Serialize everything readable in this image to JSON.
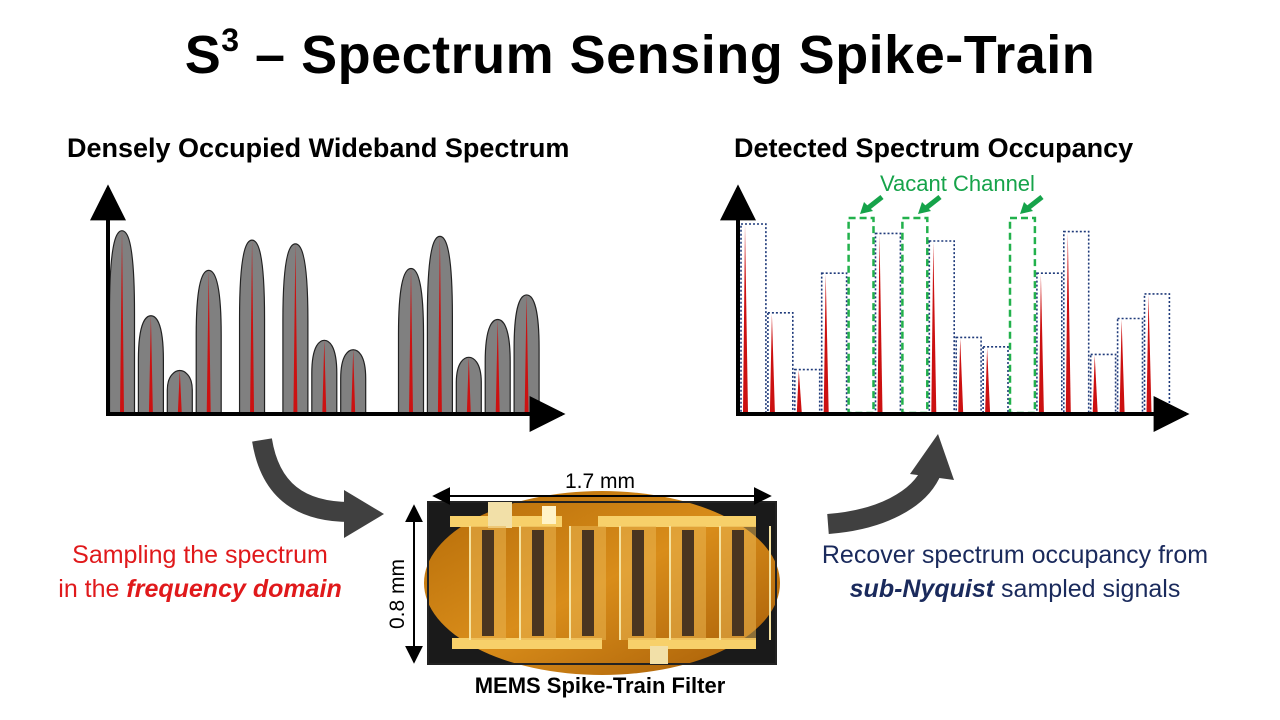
{
  "title": {
    "main": "S",
    "sup": "3",
    "rest": " – Spectrum Sensing Spike-Train"
  },
  "left_panel": {
    "heading": "Densely Occupied Wideband Spectrum"
  },
  "right_panel": {
    "heading": "Detected Spectrum Occupancy",
    "annotation": "Vacant Channel"
  },
  "mems": {
    "label": "MEMS Spike-Train Filter",
    "width_dim": "1.7 mm",
    "height_dim": "0.8 mm"
  },
  "left_caption": {
    "line1": "Sampling the spectrum",
    "line2_prefix": "in the ",
    "line2_emphasis": "frequency domain"
  },
  "right_caption": {
    "line1": "Recover spectrum occupancy from",
    "line2_emphasis": "sub-Nyquist",
    "line2_suffix": " sampled signals"
  },
  "colors": {
    "spike": "#cc1111",
    "lobe": "#808080",
    "vacant": "#22b14c",
    "bin": "#1f3a7a",
    "left_text": "#e0191b",
    "right_text": "#1a2a5c",
    "arrow": "#404040"
  },
  "chart_data": [
    {
      "type": "area",
      "title": "Densely Occupied Wideband Spectrum",
      "lobes": [
        {
          "center": 1,
          "height": 0.97
        },
        {
          "center": 2,
          "height": 0.52
        },
        {
          "center": 3,
          "height": 0.23
        },
        {
          "center": 4,
          "height": 0.76
        },
        {
          "center": 5.5,
          "height": 0.92
        },
        {
          "center": 7,
          "height": 0.9
        },
        {
          "center": 8,
          "height": 0.39
        },
        {
          "center": 9,
          "height": 0.34
        },
        {
          "center": 11,
          "height": 0.77
        },
        {
          "center": 12,
          "height": 0.94
        },
        {
          "center": 13,
          "height": 0.3
        },
        {
          "center": 14,
          "height": 0.5
        },
        {
          "center": 15,
          "height": 0.63
        }
      ]
    },
    {
      "type": "bar",
      "title": "Detected Spectrum Occupancy",
      "channels": [
        {
          "index": 1,
          "level": 1.0,
          "vacant": false
        },
        {
          "index": 2,
          "level": 0.53,
          "vacant": false
        },
        {
          "index": 3,
          "level": 0.23,
          "vacant": false
        },
        {
          "index": 4,
          "level": 0.74,
          "vacant": false
        },
        {
          "index": 5,
          "level": 1.0,
          "vacant": true
        },
        {
          "index": 6,
          "level": 0.95,
          "vacant": false
        },
        {
          "index": 7,
          "level": 1.0,
          "vacant": true
        },
        {
          "index": 8,
          "level": 0.91,
          "vacant": false
        },
        {
          "index": 9,
          "level": 0.4,
          "vacant": false
        },
        {
          "index": 10,
          "level": 0.35,
          "vacant": false
        },
        {
          "index": 11,
          "level": 1.0,
          "vacant": true
        },
        {
          "index": 12,
          "level": 0.74,
          "vacant": false
        },
        {
          "index": 13,
          "level": 0.96,
          "vacant": false
        },
        {
          "index": 14,
          "level": 0.31,
          "vacant": false
        },
        {
          "index": 15,
          "level": 0.5,
          "vacant": false
        },
        {
          "index": 16,
          "level": 0.63,
          "vacant": false
        }
      ]
    }
  ]
}
